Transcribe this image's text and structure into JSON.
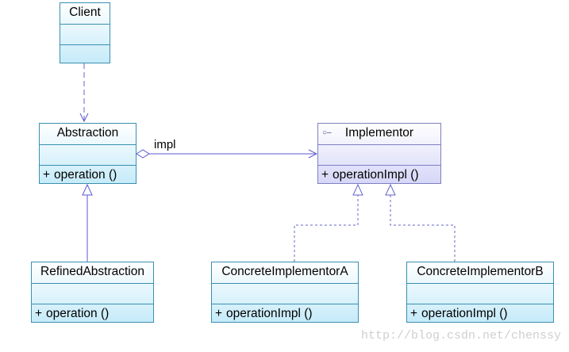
{
  "classes": {
    "client": {
      "name": "Client"
    },
    "abstraction": {
      "name": "Abstraction",
      "operation": "operation ()"
    },
    "implementor": {
      "name": "Implementor",
      "operation": "operationImpl ()",
      "marker": "○–"
    },
    "refined": {
      "name": "RefinedAbstraction",
      "operation": "operation ()"
    },
    "concrete_a": {
      "name": "ConcreteImplementorA",
      "operation": "operationImpl ()"
    },
    "concrete_b": {
      "name": "ConcreteImplementorB",
      "operation": "operationImpl ()"
    }
  },
  "visibility_public": "+",
  "association": {
    "label": "impl"
  },
  "watermark": "http://blog.csdn.net/chenssy",
  "colors": {
    "class_border": "#3a8fb0",
    "interface_border": "#7f7fc4",
    "connector": "#5a5ad0",
    "dependency": "#6666cc"
  }
}
